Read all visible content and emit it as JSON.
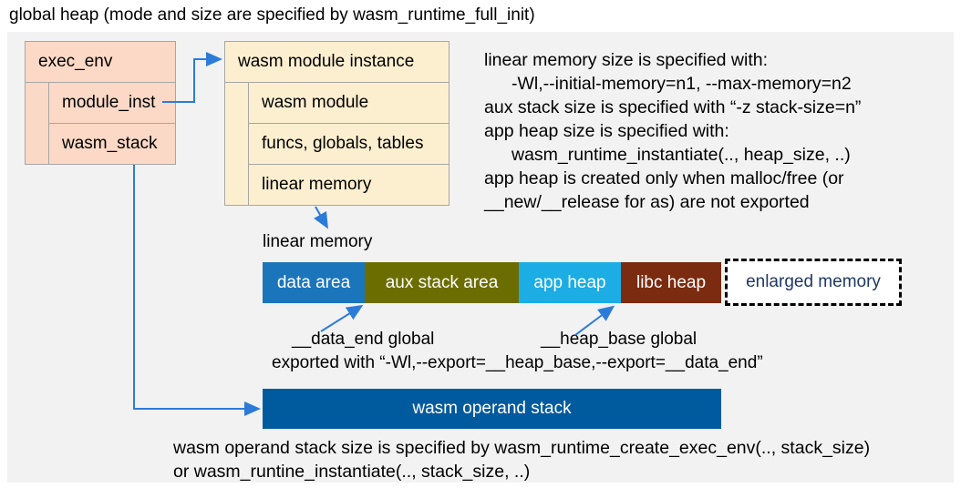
{
  "title": "global heap (mode and size are specified by wasm_runtime_full_init)",
  "exec_env_box": {
    "header": "exec_env",
    "rows": [
      "module_inst",
      "wasm_stack"
    ]
  },
  "module_instance_box": {
    "header": "wasm module instance",
    "rows": [
      "wasm module",
      "funcs, globals, tables",
      "linear memory"
    ]
  },
  "notes_top": {
    "lines": [
      "linear memory size is specified with:",
      "-Wl,--initial-memory=n1, --max-memory=n2",
      "aux stack size is specified with “-z stack-size=n”",
      "app heap size is specified with:",
      "wasm_runtime_instantiate(.., heap_size, ..)",
      "app heap is created only when malloc/free (or",
      "__new/__release for as) are not exported"
    ]
  },
  "linear_memory": {
    "label": "linear memory",
    "segments": [
      {
        "label": "data area",
        "color": "#1B75BB"
      },
      {
        "label": "aux stack area",
        "color": "#6C6D00"
      },
      {
        "label": "app heap",
        "color": "#1CADE4"
      },
      {
        "label": "libc heap",
        "color": "#7A2B10"
      }
    ],
    "enlarged": {
      "label": "enlarged memory",
      "text_color": "#1F3864"
    }
  },
  "globals_annotation": {
    "data_end_label": "__data_end global",
    "heap_base_label": "__heap_base global",
    "exported_line": "exported with “-Wl,--export=__heap_base,--export=__data_end”"
  },
  "operand_stack": {
    "label": "wasm operand stack",
    "color": "#005A9E"
  },
  "notes_bottom": {
    "lines": [
      "wasm operand stack size is specified by wasm_runtime_create_exec_env(.., stack_size)",
      "or wasm_runtine_instantiate(.., stack_size, ..)"
    ]
  },
  "colors": {
    "panel_background": "#F2F2F2",
    "exec_env_fill": "#FBD9C6",
    "module_instance_fill": "#FCEFD0",
    "box_border": "#A6A6A6",
    "arrow": "#2D7BD9"
  }
}
